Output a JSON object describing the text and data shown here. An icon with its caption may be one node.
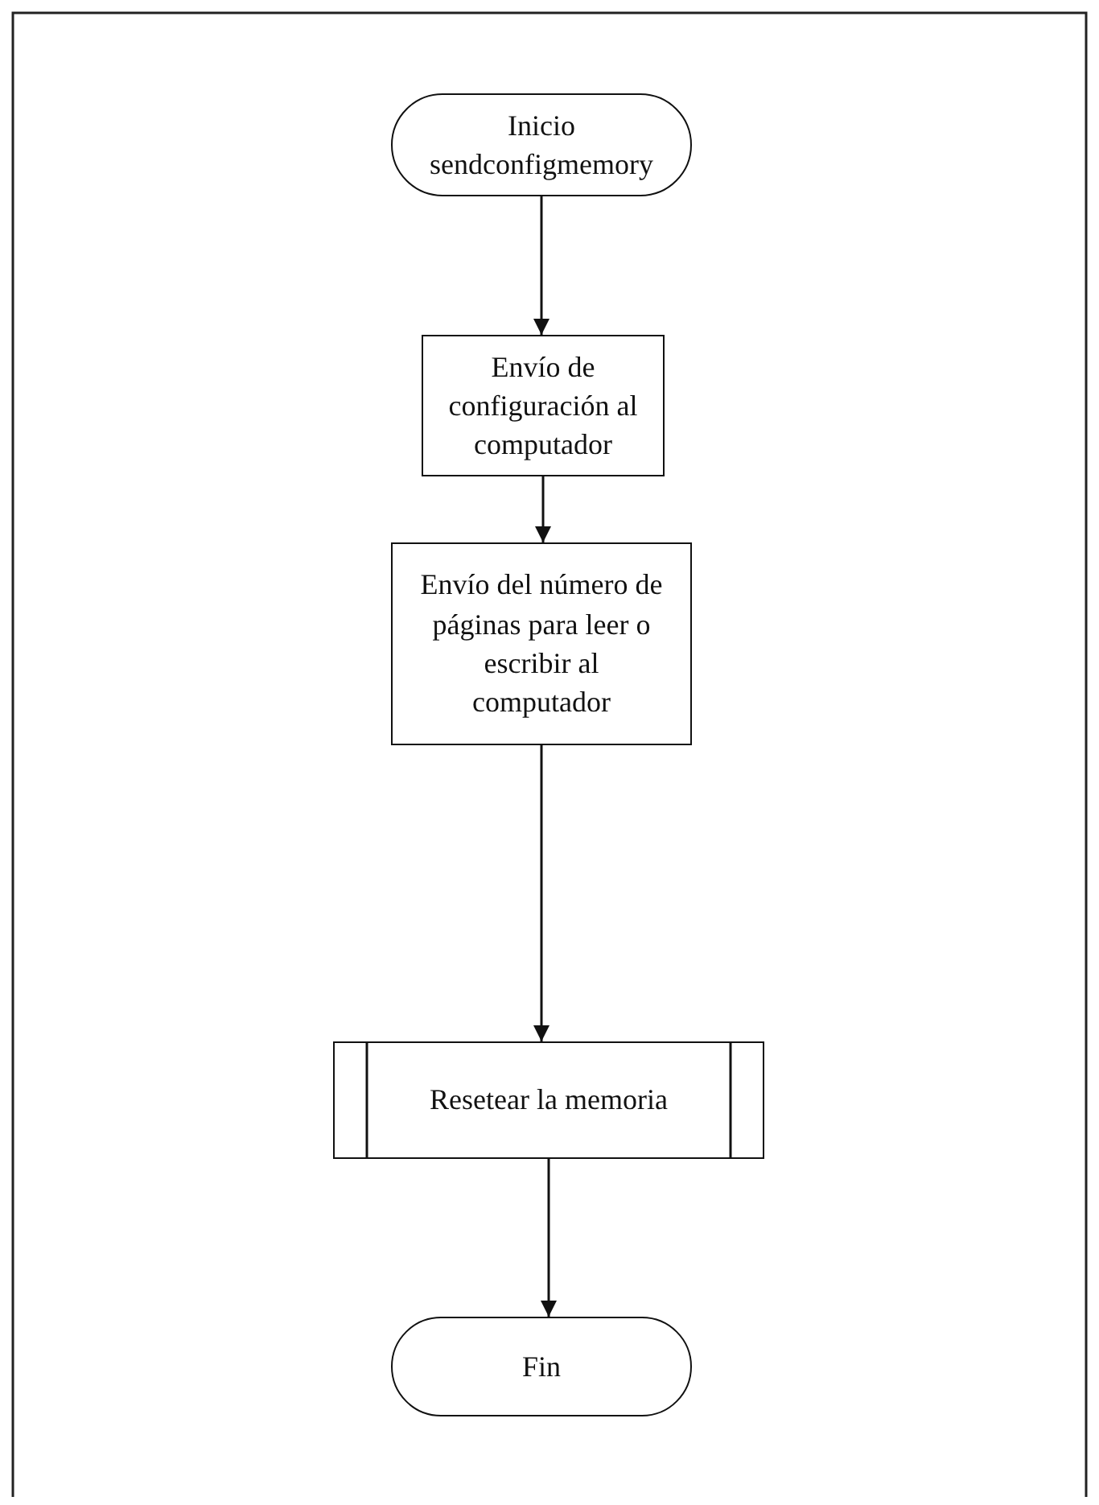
{
  "diagram": {
    "nodes": [
      {
        "text": [
          "Inicio sendconfigmemory"
        ]
      },
      {
        "text": [
          "Envío de configuración al computador"
        ]
      },
      {
        "text": [
          "Envío del número de páginas para leer o escribir al computador"
        ]
      },
      {
        "text": [
          "Resetear la memoria"
        ]
      },
      {
        "text": [
          "Fin"
        ]
      }
    ],
    "edges": [
      {
        "from": 0,
        "to": 1,
        "arrow": "to"
      },
      {
        "from": 1,
        "to": 2,
        "arrow": "to"
      },
      {
        "from": 2,
        "to": 3,
        "arrow": "to"
      },
      {
        "from": 3,
        "to": 4,
        "arrow": "to"
      }
    ]
  }
}
